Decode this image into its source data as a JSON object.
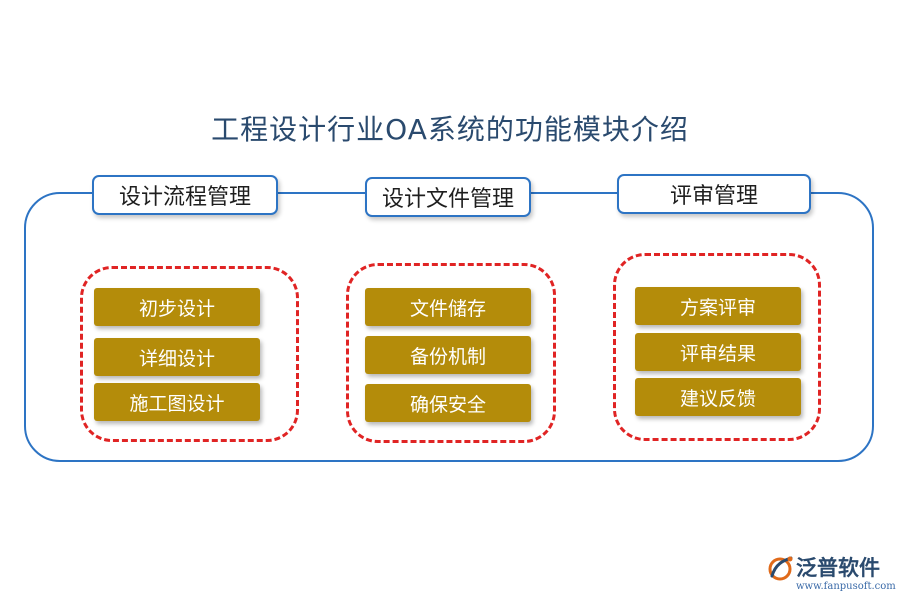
{
  "title": "工程设计行业OA系统的功能模块介绍",
  "modules": [
    {
      "title": "设计流程管理",
      "items": [
        "初步设计",
        "详细设计",
        "施工图设计"
      ]
    },
    {
      "title": "设计文件管理",
      "items": [
        "文件储存",
        "备份机制",
        "确保安全"
      ]
    },
    {
      "title": "评审管理",
      "items": [
        "方案评审",
        "评审结果",
        "建议反馈"
      ]
    }
  ],
  "colors": {
    "frame": "#2d74c4",
    "dashed_group": "#e02424",
    "item_fill": "#b48c0a",
    "item_text": "#ffffff",
    "title_text": "#2a4a6e"
  },
  "logo": {
    "name": "泛普软件",
    "url": "www.fanpusoft.com",
    "icon": "fanpu-logo-icon"
  }
}
